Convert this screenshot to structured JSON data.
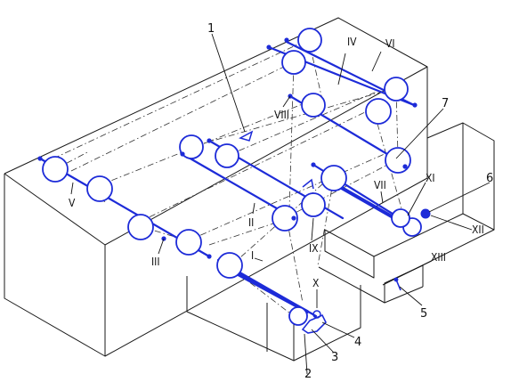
{
  "labels": {
    "n1": "1",
    "n2": "2",
    "n3": "3",
    "n4": "4",
    "n5": "5",
    "n6": "6",
    "n7": "7",
    "r1": "I",
    "r2": "II",
    "r3": "III",
    "r4": "IV",
    "r5": "V",
    "r6": "VI",
    "r7": "VII",
    "r8": "VIII",
    "r9": "IX",
    "r10": "X",
    "r11": "XI",
    "r12": "XII",
    "r13": "XIII"
  },
  "colors": {
    "mechanism": "#1d2bd8",
    "outline": "#1a1a1a"
  }
}
